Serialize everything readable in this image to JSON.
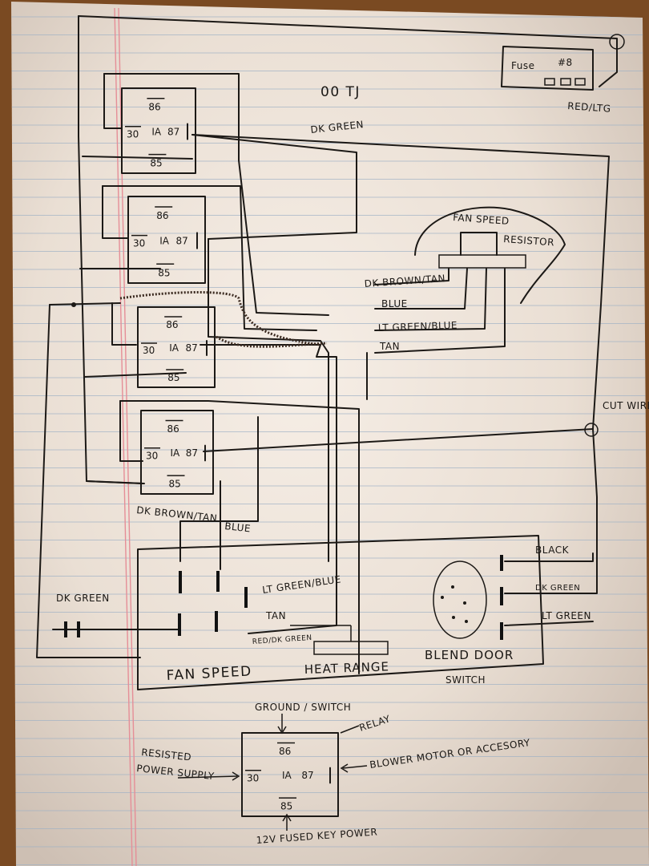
{
  "title": "00 TJ",
  "fuse": {
    "label": "Fuse",
    "number": "#8",
    "wire": "RED/LTG"
  },
  "relay_terminals": {
    "t86": "86",
    "t30": "30",
    "t87": "87",
    "t85": "85",
    "ia": "IA"
  },
  "resistor": {
    "line1": "FAN SPEED",
    "line2": "RESISTOR"
  },
  "wires": {
    "dk_green_top": "DK GREEN",
    "dk_brown_tan": "DK BROWN/TAN",
    "blue": "BLUE",
    "lt_green_blue": "LT GREEN/BLUE",
    "tan": "TAN",
    "cut_wire": "CUT WIRE"
  },
  "lower_labels": {
    "dk_brown_tan": "DK BROWN/TAN",
    "blue": "BLUE",
    "lt_green_blue": "LT GREEN/BLUE",
    "tan": "TAN",
    "red_dk_green": "RED/DK GREEN",
    "dk_green_left": "DK GREEN",
    "black": "BLACK",
    "dk_green_right": "DK GREEN",
    "lt_green_right": "LT GREEN"
  },
  "switch_panel": {
    "fan_speed": "FAN SPEED",
    "heat_range": "HEAT RANGE",
    "blend_door": "BLEND DOOR",
    "switch": "SWITCH"
  },
  "legend": {
    "ground_switch": "GROUND / SWITCH",
    "relay": "RELAY",
    "resisted_line1": "RESISTED",
    "resisted_line2": "POWER SUPPLY",
    "blower": "BLOWER MOTOR OR ACCESORY",
    "key_power": "12V FUSED KEY POWER"
  }
}
